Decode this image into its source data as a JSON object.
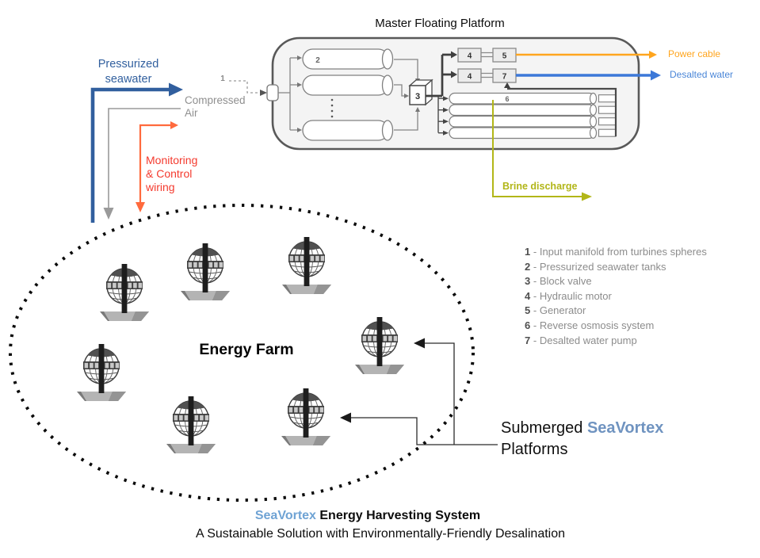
{
  "platform": {
    "title": "Master Floating Platform",
    "numbers": {
      "input": "1",
      "tank": "2",
      "valve": "3",
      "motor_top": "4",
      "motor_bottom": "4",
      "generator": "5",
      "ro_system": "6",
      "pump": "7"
    }
  },
  "flows": {
    "pressurized_seawater": {
      "line1": "Pressurized",
      "line2": "seawater",
      "color": "#315f9e"
    },
    "compressed_air": {
      "line1": "Compressed",
      "line2": "Air",
      "color": "#8f8f8f"
    },
    "monitoring": {
      "line1": "Monitoring",
      "line2": "& Control",
      "line3": "wiring",
      "color": "#f43a2e"
    },
    "power_cable": {
      "label": "Power cable",
      "color": "#ffa51e"
    },
    "desalted_water": {
      "label": "Desalted water",
      "color": "#3c78d8"
    },
    "brine": {
      "label": "Brine discharge",
      "color": "#b2b618"
    }
  },
  "legend": {
    "separator": "-",
    "items": [
      {
        "num": "1",
        "label": "Input manifold from turbines spheres"
      },
      {
        "num": "2",
        "label": "Pressurized seawater tanks"
      },
      {
        "num": "3",
        "label": "Block valve"
      },
      {
        "num": "4",
        "label": "Hydraulic motor"
      },
      {
        "num": "5",
        "label": "Generator"
      },
      {
        "num": "6",
        "label": "Reverse osmosis system"
      },
      {
        "num": "7",
        "label": "Desalted water pump"
      }
    ]
  },
  "farm": {
    "label": "Energy Farm",
    "callout_prefix": "Submerged ",
    "callout_brand": "SeaVortex",
    "callout_suffix": "Platforms"
  },
  "footer": {
    "brand": "SeaVortex",
    "title_rest": " Energy Harvesting System",
    "subtitle": "A Sustainable Solution with Environmentally-Friendly Desalination"
  }
}
